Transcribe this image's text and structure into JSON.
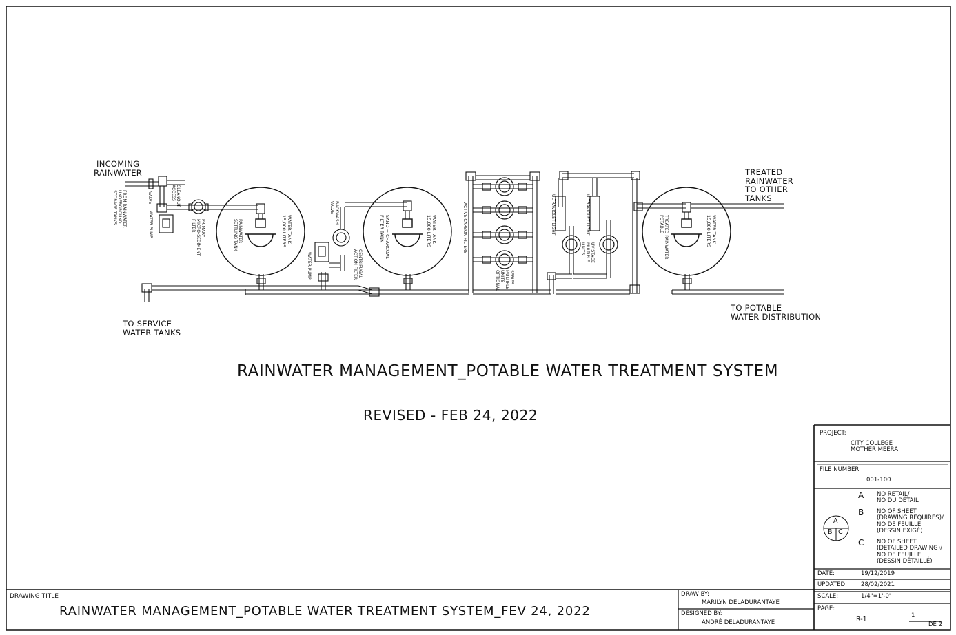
{
  "labels": {
    "incoming": [
      "INCOMING",
      "RAINWATER"
    ],
    "treated": [
      "TREATED",
      "RAINWATER",
      "TO OTHER",
      "TANKS"
    ],
    "service": [
      "TO SERVICE",
      "WATER TANKS"
    ],
    "potable": [
      "TO POTABLE",
      "WATER DISTRIBUTION"
    ]
  },
  "main_title": "RAINWATER MANAGEMENT_POTABLE WATER TREATMENT SYSTEM",
  "revised": "REVISED - FEB 24, 2022",
  "title_block": {
    "project_label": "PROJECT:",
    "project": [
      "CITY COLLEGE",
      "MOTHER MEERA"
    ],
    "file_number_label": "FILE NUMBER:",
    "file_number": "001-100",
    "legend": [
      {
        "letter": "A",
        "text": [
          "NO RETAIL/",
          "NO DU DÉTAIL"
        ]
      },
      {
        "letter": "B",
        "text": [
          "NO OF SHEET",
          "(DRAWING REQUIRES)/",
          "NO DE FEUILLE",
          "(DESSIN EXIGÉ)"
        ]
      },
      {
        "letter": "C",
        "text": [
          "NO OF SHEET",
          "(DETAILED DRAWING)/",
          "NO DE FEUILLE",
          "(DESSIN DÉTAILLÉ)"
        ]
      }
    ],
    "abc_symbol": [
      "A",
      "B",
      "C"
    ],
    "date_label": "DATE:",
    "date": "19/12/2019",
    "updated_label": "UPDATED:",
    "updated": "28/02/2021",
    "scale_label": "SCALE:",
    "scale": "1/4\"=1'-0\"",
    "page_label": "PAGE:",
    "page": "R-1",
    "sheet_num": "1",
    "sheet_of": "DE 2",
    "draw_by_label": "DRAW BY:",
    "draw_by": "MARILYN DELADURANTAYE",
    "designed_by_label": "DESIGNED BY:",
    "designed_by": "ANDRÉ DELADURANTAYE",
    "drawing_title_label": "DRAWING TITLE",
    "drawing_title": "RAINWATER MANAGEMENT_POTABLE WATER TREATMENT SYSTEM_FEV 24, 2022"
  },
  "tanks": [
    {
      "name": [
        "WATER TANK",
        "15,000 LITERS"
      ],
      "sub": [
        "RAINWATER",
        "SETTLING TANK"
      ]
    },
    {
      "name": [
        "WATER TANK",
        "15,000 LITERS"
      ],
      "sub": [
        "SAND + CHARCOAL",
        "FILTER TANK"
      ]
    },
    {
      "name": [
        "WATER TANK",
        "15,000 LITERS"
      ],
      "sub": [
        "TREATED RAINWATER",
        "POTABLE"
      ]
    }
  ],
  "component_labels": {
    "storage": [
      "FROM RAINWATER",
      "UNDERGROUND",
      "STORAGE TANKS"
    ],
    "valve": "VALVE",
    "cleanout": [
      "CLEANOUT",
      "ACCESS"
    ],
    "pump1": "WATER PUMP",
    "prefilter": [
      "PRIMARY",
      "MICRO-SEDIMENT",
      "FILTER"
    ],
    "backwash": [
      "BACKWASH",
      "VALVE"
    ],
    "pump2": "WATER PUMP",
    "centrifugal": [
      "CENTRIFUGAL",
      "ACTION FILTER"
    ],
    "carbon": "ACTIVE CARBON FILTERS",
    "uv1": "ULTRAVIOLET LIGHT",
    "uv2": "ULTRAVIOLET LIGHT",
    "carbon_note": [
      "SERIES",
      "MULTIPLE",
      "UNITS",
      "OPTIONAL"
    ],
    "uv_note": [
      "UV STAGE",
      "MULTIPLE",
      "UNITS"
    ]
  }
}
